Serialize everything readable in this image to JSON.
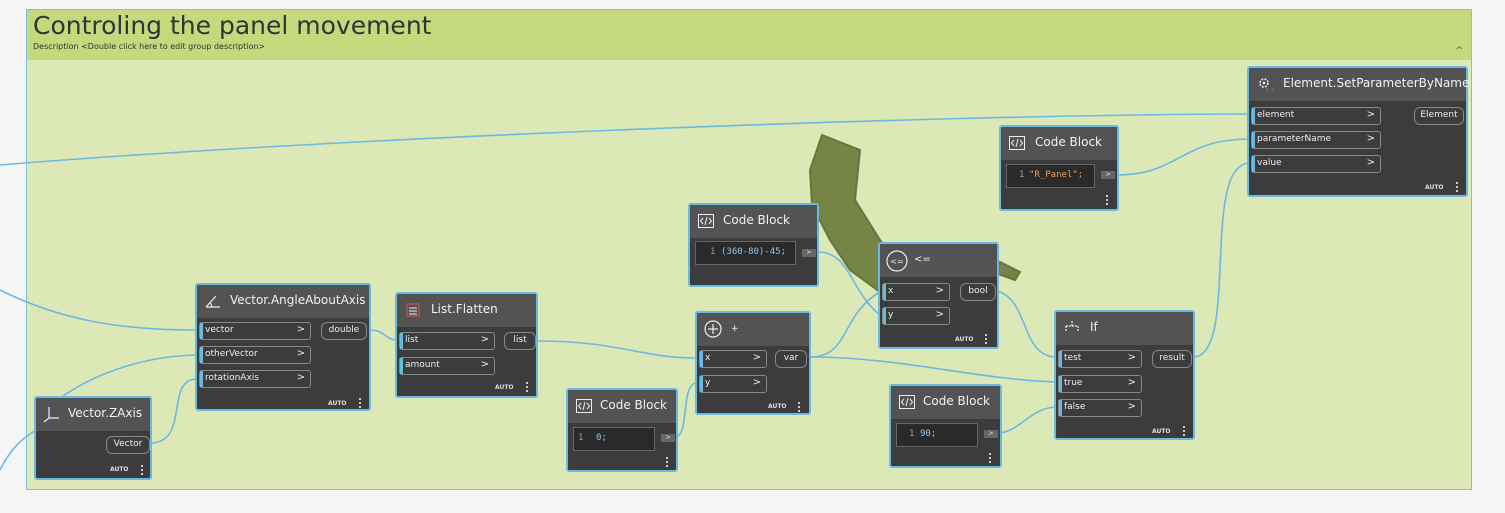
{
  "group": {
    "title": "Controling the panel movement",
    "description": "Description <Double click here to edit group description>",
    "collapse": "^"
  },
  "lacing": "AUTO",
  "nodes": {
    "vector_zaxis": {
      "title": "Vector.ZAxis",
      "output": "Vector"
    },
    "angle_about_axis": {
      "title": "Vector.AngleAboutAxis",
      "inputs": [
        "vector",
        "otherVector",
        "rotationAxis"
      ],
      "output": "double"
    },
    "list_flatten": {
      "title": "List.Flatten",
      "inputs": [
        "list",
        "amount"
      ],
      "output": "list"
    },
    "code_block_zero": {
      "title": "Code Block",
      "line": "1",
      "code": "0;"
    },
    "add": {
      "title": "+",
      "inputs": [
        "x",
        "y"
      ],
      "output": "var"
    },
    "code_block_expr": {
      "title": "Code Block",
      "line": "1",
      "code": "(360-80)-45;"
    },
    "less_equal": {
      "title": "<=",
      "inputs": [
        "x",
        "y"
      ],
      "output": "bool"
    },
    "code_block_ninety": {
      "title": "Code Block",
      "line": "1",
      "code": "90;"
    },
    "if_node": {
      "title": "If",
      "inputs": [
        "test",
        "true",
        "false"
      ],
      "output": "result"
    },
    "code_block_param": {
      "title": "Code Block",
      "line": "1",
      "code": "\"R_Panel\";"
    },
    "set_param": {
      "title": "Element.SetParameterByName",
      "inputs": [
        "element",
        "parameterName",
        "value"
      ],
      "output": "Element"
    }
  },
  "arrow": ">",
  "code_out_symbol": ">",
  "colors": {
    "wire": "#6ab9e3",
    "group_body": "#dce8b6",
    "group_header": "#c3d97c",
    "node_body": "#3c3c3c",
    "node_header": "#535353",
    "node_border": "#6ab9e3"
  }
}
